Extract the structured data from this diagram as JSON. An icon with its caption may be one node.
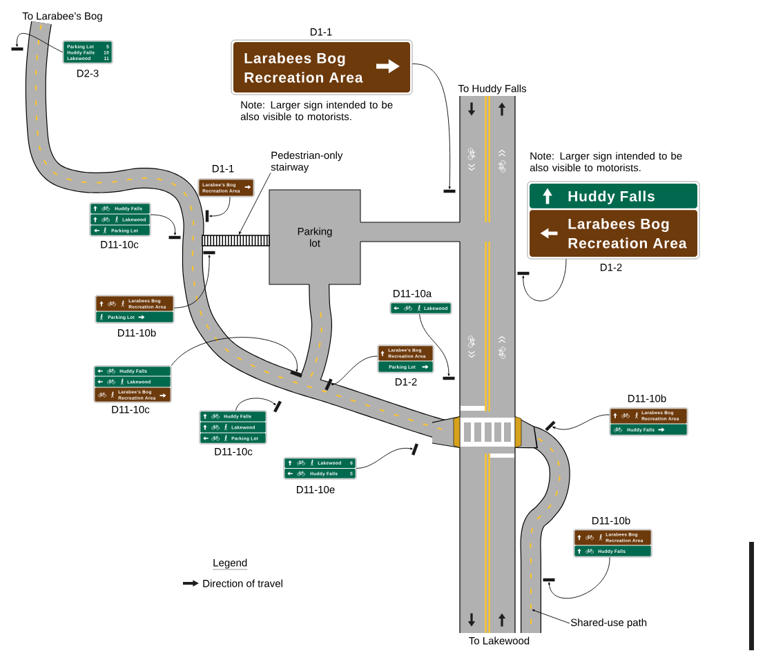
{
  "diagram": {
    "nodes": [
      {
        "text": [
          "Parking Lot",
          "5",
          "Huddy Falls",
          "10",
          "Lakewood",
          "11"
        ],
        "beside": [
          "D2-3"
        ]
      },
      {
        "text": [
          "Larabees Bog Recreation Area"
        ],
        "beside": [
          "D1-1",
          "Note: Larger sign intended to be also visible to motorists."
        ]
      },
      {
        "text": [
          "Larabee’s Bog Recreation Area"
        ],
        "beside": [
          "D1-1"
        ]
      },
      {
        "text": [
          "Pedestrian-only stairway"
        ]
      },
      {
        "text": [
          "Huddy Falls",
          "Lakewood",
          "Parking Lot"
        ],
        "beside": [
          "D11-10c"
        ]
      },
      {
        "text": [
          "Huddy Falls",
          "Larabees Bog Recreation Area"
        ],
        "beside": [
          "Note: Larger sign intended to be also visible to motorists.",
          "D1-2"
        ]
      },
      {
        "text": [
          "Parking lot"
        ]
      },
      {
        "text": [],
        "shape": "box"
      },
      {
        "text": [
          "Larabees Bog Recreation Area",
          "Parking Lot"
        ],
        "beside": [
          "D11-10b"
        ]
      },
      {
        "text": [
          "Lakewood"
        ],
        "beside": [
          "D11-10a"
        ]
      },
      {
        "text": [
          "Larabee’s Bog Recreation Area",
          "Parking Lot"
        ],
        "beside": [
          "D1-2"
        ]
      },
      {
        "text": [
          "Huddy Falls",
          "Lakewood",
          "Larabee’s Bog Recreation Area"
        ],
        "beside": [
          "D11-10c"
        ]
      },
      {
        "text": [
          "Huddy Falls",
          "Lakewood",
          "Parking Lot"
        ],
        "beside": [
          "D11-10c"
        ]
      },
      {
        "text": [
          "Larabees Bog Recreation Area",
          "Huddy Falls"
        ],
        "beside": [
          "D11-10b"
        ]
      },
      {
        "text": [
          "Lakewood",
          "6",
          "Huddy Falls",
          "5"
        ],
        "beside": [
          "D11-10e"
        ]
      },
      {
        "text": [
          "Larabees Bog Recreation Area",
          "Huddy Falls"
        ],
        "beside": [
          "D11-10b"
        ]
      },
      {
        "text": [
          "Shared-use path"
        ]
      },
      {
        "text": [],
        "shape": "bar"
      },
      {
        "text": [],
        "shape": "bar"
      },
      {
        "text": [],
        "shape": "bar"
      },
      {
        "text": [],
        "shape": "bar"
      },
      {
        "text": [],
        "shape": "bar"
      },
      {
        "text": [],
        "shape": "bar"
      },
      {
        "text": [],
        "shape": "bar"
      },
      {
        "text": [],
        "shape": "bar"
      },
      {
        "text": [],
        "shape": "bar"
      },
      {
        "text": [],
        "shape": "bar"
      },
      {
        "text": [],
        "shape": "bar"
      },
      {
        "text": [],
        "shape": "bar"
      },
      {
        "text": [],
        "shape": "bar"
      }
    ],
    "edges": [
      {
        "from": 0,
        "to": 17,
        "arrow": "to"
      },
      {
        "from": 1,
        "to": 18,
        "arrow": "to"
      },
      {
        "from": 2,
        "to": 19,
        "arrow": "to"
      },
      {
        "from": 3,
        "to": 7,
        "arrow": "to"
      },
      {
        "from": 4,
        "to": 20,
        "arrow": "to"
      },
      {
        "from": 5,
        "to": 27,
        "arrow": "to"
      },
      {
        "from": 8,
        "to": 21,
        "arrow": "to"
      },
      {
        "from": 9,
        "to": 25,
        "arrow": "to"
      },
      {
        "from": 10,
        "to": 26,
        "arrow": "to"
      },
      {
        "from": 11,
        "to": 22,
        "arrow": "to"
      },
      {
        "from": 12,
        "to": 23,
        "arrow": "to"
      },
      {
        "from": 13,
        "to": 28,
        "arrow": "to"
      },
      {
        "from": 14,
        "to": 24,
        "arrow": "to"
      },
      {
        "from": 15,
        "to": 29,
        "arrow": "to"
      },
      {
        "from": 16,
        "to": null,
        "arrow": "to"
      }
    ],
    "labels": [
      "To Larabee’s Bog",
      "To Huddy Falls",
      "Legend",
      "To Lakewood"
    ],
    "legend": [
      {
        "text": "Direction of travel"
      }
    ]
  }
}
